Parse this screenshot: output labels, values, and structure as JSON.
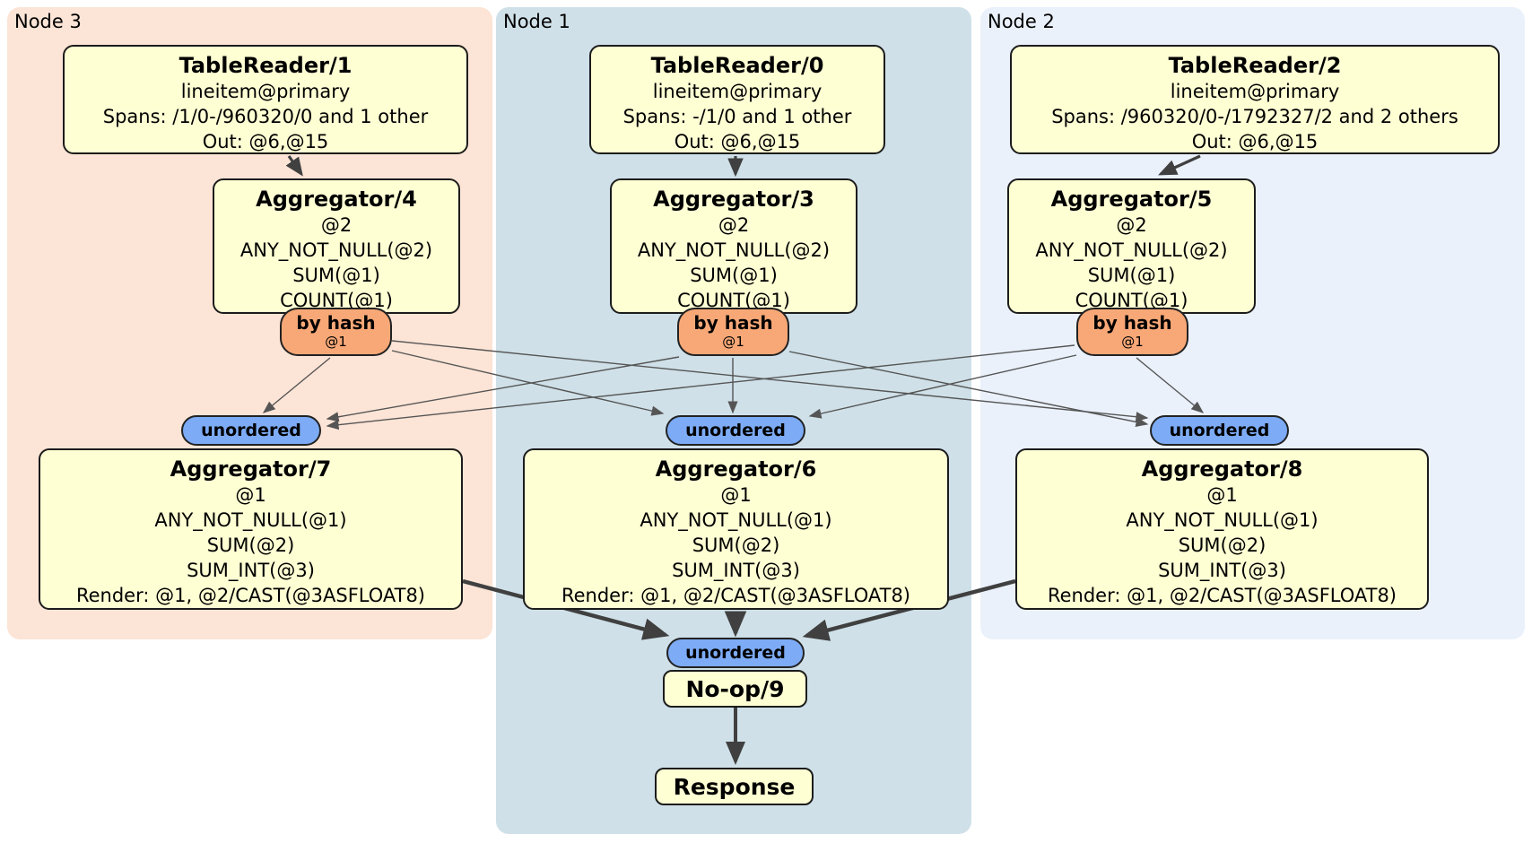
{
  "regions": {
    "node3": "Node 3",
    "node1": "Node 1",
    "node2": "Node 2"
  },
  "p": {
    "tr1": {
      "title": "TableReader/1",
      "lines": [
        "lineitem@primary",
        "Spans: /1/0-/960320/0 and 1 other",
        "Out: @6,@15"
      ]
    },
    "tr0": {
      "title": "TableReader/0",
      "lines": [
        "lineitem@primary",
        "Spans: -/1/0 and 1 other",
        "Out: @6,@15"
      ]
    },
    "tr2": {
      "title": "TableReader/2",
      "lines": [
        "lineitem@primary",
        "Spans: /960320/0-/1792327/2 and 2 others",
        "Out: @6,@15"
      ]
    },
    "agg4": {
      "title": "Aggregator/4",
      "lines": [
        "@2",
        "ANY_NOT_NULL(@2)",
        "SUM(@1)",
        "COUNT(@1)"
      ]
    },
    "agg3": {
      "title": "Aggregator/3",
      "lines": [
        "@2",
        "ANY_NOT_NULL(@2)",
        "SUM(@1)",
        "COUNT(@1)"
      ]
    },
    "agg5": {
      "title": "Aggregator/5",
      "lines": [
        "@2",
        "ANY_NOT_NULL(@2)",
        "SUM(@1)",
        "COUNT(@1)"
      ]
    },
    "agg7": {
      "title": "Aggregator/7",
      "lines": [
        "@1",
        "ANY_NOT_NULL(@1)",
        "SUM(@2)",
        "SUM_INT(@3)",
        "Render: @1, @2/CAST(@3ASFLOAT8)"
      ]
    },
    "agg6": {
      "title": "Aggregator/6",
      "lines": [
        "@1",
        "ANY_NOT_NULL(@1)",
        "SUM(@2)",
        "SUM_INT(@3)",
        "Render: @1, @2/CAST(@3ASFLOAT8)"
      ]
    },
    "agg8": {
      "title": "Aggregator/8",
      "lines": [
        "@1",
        "ANY_NOT_NULL(@1)",
        "SUM(@2)",
        "SUM_INT(@3)",
        "Render: @1, @2/CAST(@3ASFLOAT8)"
      ]
    },
    "noop": {
      "title": "No-op/9"
    },
    "response": {
      "title": "Response"
    }
  },
  "router": {
    "label": "by hash",
    "detail": "@1"
  },
  "sync": {
    "label": "unordered"
  },
  "colors": {
    "node3_bg": "#fce4d6",
    "node1_bg": "#cfe0e8",
    "node2_bg": "#eaf1fb",
    "processor_bg": "#ffffd4",
    "router_bg": "#f8a877",
    "sync_bg": "#7dabf5",
    "edge": "#555555",
    "edge_thick": "#404040"
  }
}
